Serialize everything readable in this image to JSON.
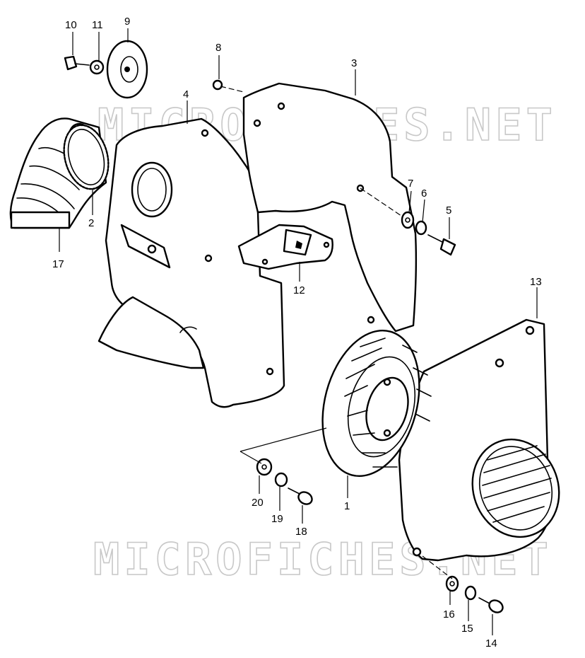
{
  "watermark": "MICROFICHES.NET",
  "parts": [
    {
      "id": "p1",
      "number": "1",
      "name": "cooling fan"
    },
    {
      "id": "p2",
      "number": "2",
      "name": "hose clamp"
    },
    {
      "id": "p3",
      "number": "3",
      "name": "inner shroud"
    },
    {
      "id": "p4",
      "number": "4",
      "name": "cylinder shroud"
    },
    {
      "id": "p5",
      "number": "5",
      "name": "bolt"
    },
    {
      "id": "p6",
      "number": "6",
      "name": "lock washer"
    },
    {
      "id": "p7",
      "number": "7",
      "name": "washer"
    },
    {
      "id": "p8",
      "number": "8",
      "name": "grommet"
    },
    {
      "id": "p9",
      "number": "9",
      "name": "damper"
    },
    {
      "id": "p10",
      "number": "10",
      "name": "bolt"
    },
    {
      "id": "p11",
      "number": "11",
      "name": "washer"
    },
    {
      "id": "p12",
      "number": "12",
      "name": "bracket"
    },
    {
      "id": "p13",
      "number": "13",
      "name": "fan cover"
    },
    {
      "id": "p14",
      "number": "14",
      "name": "screw"
    },
    {
      "id": "p15",
      "number": "15",
      "name": "lock washer"
    },
    {
      "id": "p16",
      "number": "16",
      "name": "washer"
    },
    {
      "id": "p17",
      "number": "17",
      "name": "air duct"
    },
    {
      "id": "p18",
      "number": "18",
      "name": "screw"
    },
    {
      "id": "p19",
      "number": "19",
      "name": "lock washer"
    },
    {
      "id": "p20",
      "number": "20",
      "name": "washer"
    }
  ]
}
